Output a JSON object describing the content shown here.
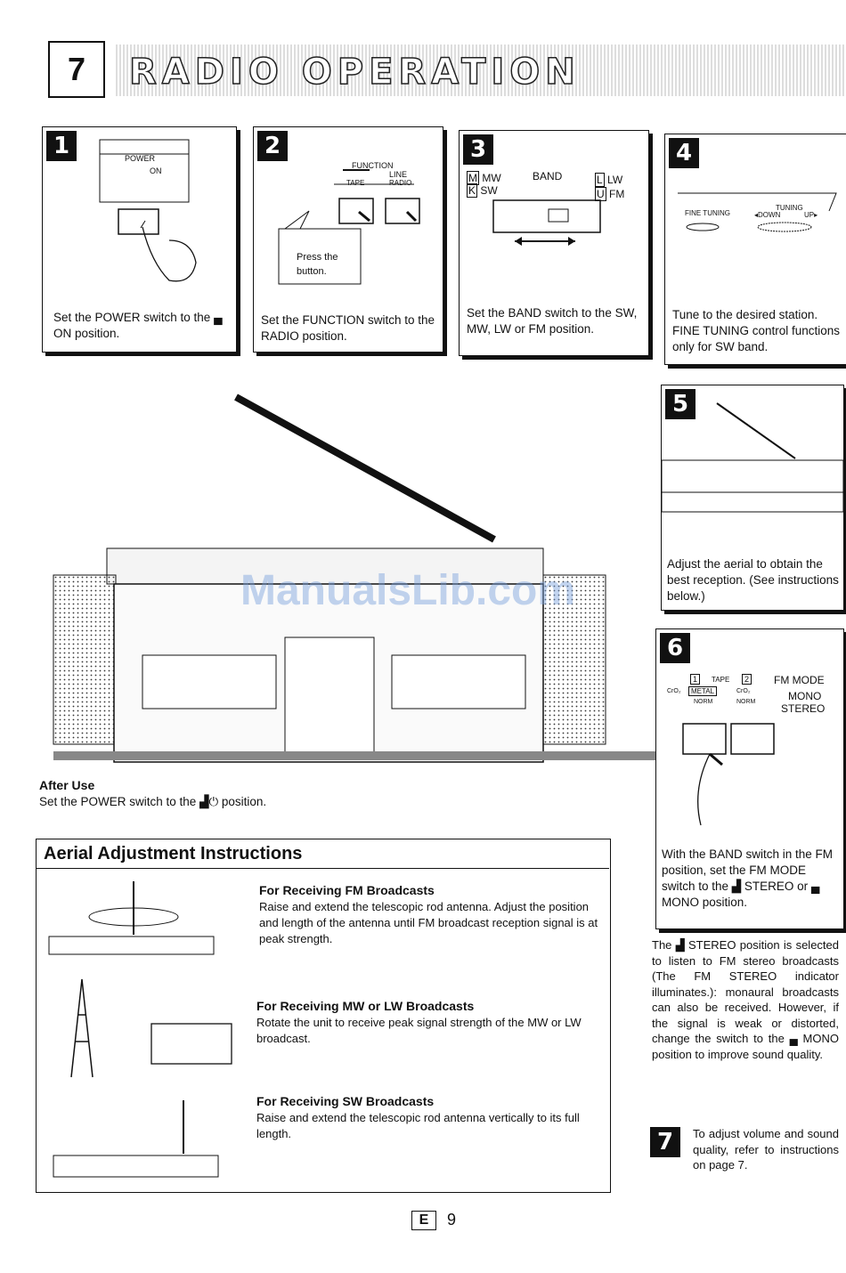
{
  "header": {
    "chapter": "7",
    "title": "RADIO OPERATION"
  },
  "steps": [
    {
      "num": "1",
      "caption": "Set the POWER switch to the ▄ ON position.",
      "labels": {
        "power": "POWER",
        "on": "ON"
      }
    },
    {
      "num": "2",
      "caption": "Set the FUNCTION switch to the RADIO position.",
      "labels": {
        "function": "FUNCTION",
        "line": "LINE",
        "tape": "TAPE",
        "radio": "RADIO",
        "bubble": "Press the button."
      }
    },
    {
      "num": "3",
      "caption": "Set the BAND switch to the SW, MW, LW or FM position.",
      "labels": {
        "mw": "MW",
        "band": "BAND",
        "lw": "LW",
        "sw": "SW",
        "fm": "FM",
        "m": "M",
        "k": "K",
        "l": "L",
        "u": "U"
      }
    },
    {
      "num": "4",
      "caption": "Tune to the desired station. FINE TUNING control functions only for SW band.",
      "labels": {
        "fine": "FINE TUNING",
        "tuning": "TUNING",
        "down": "◂DOWN",
        "up": "UP▸"
      }
    },
    {
      "num": "5",
      "caption": "Adjust the aerial to obtain the best reception. (See instructions below.)"
    },
    {
      "num": "6",
      "caption": "With the BAND switch in the FM position, set the FM MODE switch to the ▟ STEREO or ▄ MONO position.",
      "labels": {
        "one": "1",
        "tape": "TAPE",
        "two": "2",
        "fmmode": "FM MODE",
        "cro2a": "CrO₂",
        "metal": "METAL",
        "norm1": "NORM",
        "cro2b": "CrO₂",
        "norm2": "NORM",
        "mono": "MONO",
        "stereo": "STEREO"
      }
    }
  ],
  "watermark": "ManualsLib.com",
  "after_use": {
    "heading": "After Use",
    "text": "Set the POWER switch to the ▟⏻ position."
  },
  "aerial": {
    "title": "Aerial Adjustment Instructions",
    "sections": [
      {
        "heading": "For Receiving FM Broadcasts",
        "text": "Raise and extend the telescopic rod antenna. Adjust the position and length of the antenna until FM broadcast reception signal is at peak strength."
      },
      {
        "heading": "For Receiving MW or LW Broadcasts",
        "text": "Rotate the unit to receive peak signal strength of the MW or LW broadcast."
      },
      {
        "heading": "For Receiving SW Broadcasts",
        "text": "Raise and extend the telescopic rod antenna vertically to its full length."
      }
    ]
  },
  "stereo_note": "The ▟ STEREO position is selected to listen to FM stereo broadcasts (The FM STEREO indicator illuminates.): monaural broadcasts can also be received. However, if the signal is weak or distorted, change the switch to the ▄ MONO position to improve sound quality.",
  "step7": {
    "num": "7",
    "text": "To adjust volume and sound quality, refer to instructions on page 7."
  },
  "footer": {
    "lang": "E",
    "page": "9"
  }
}
